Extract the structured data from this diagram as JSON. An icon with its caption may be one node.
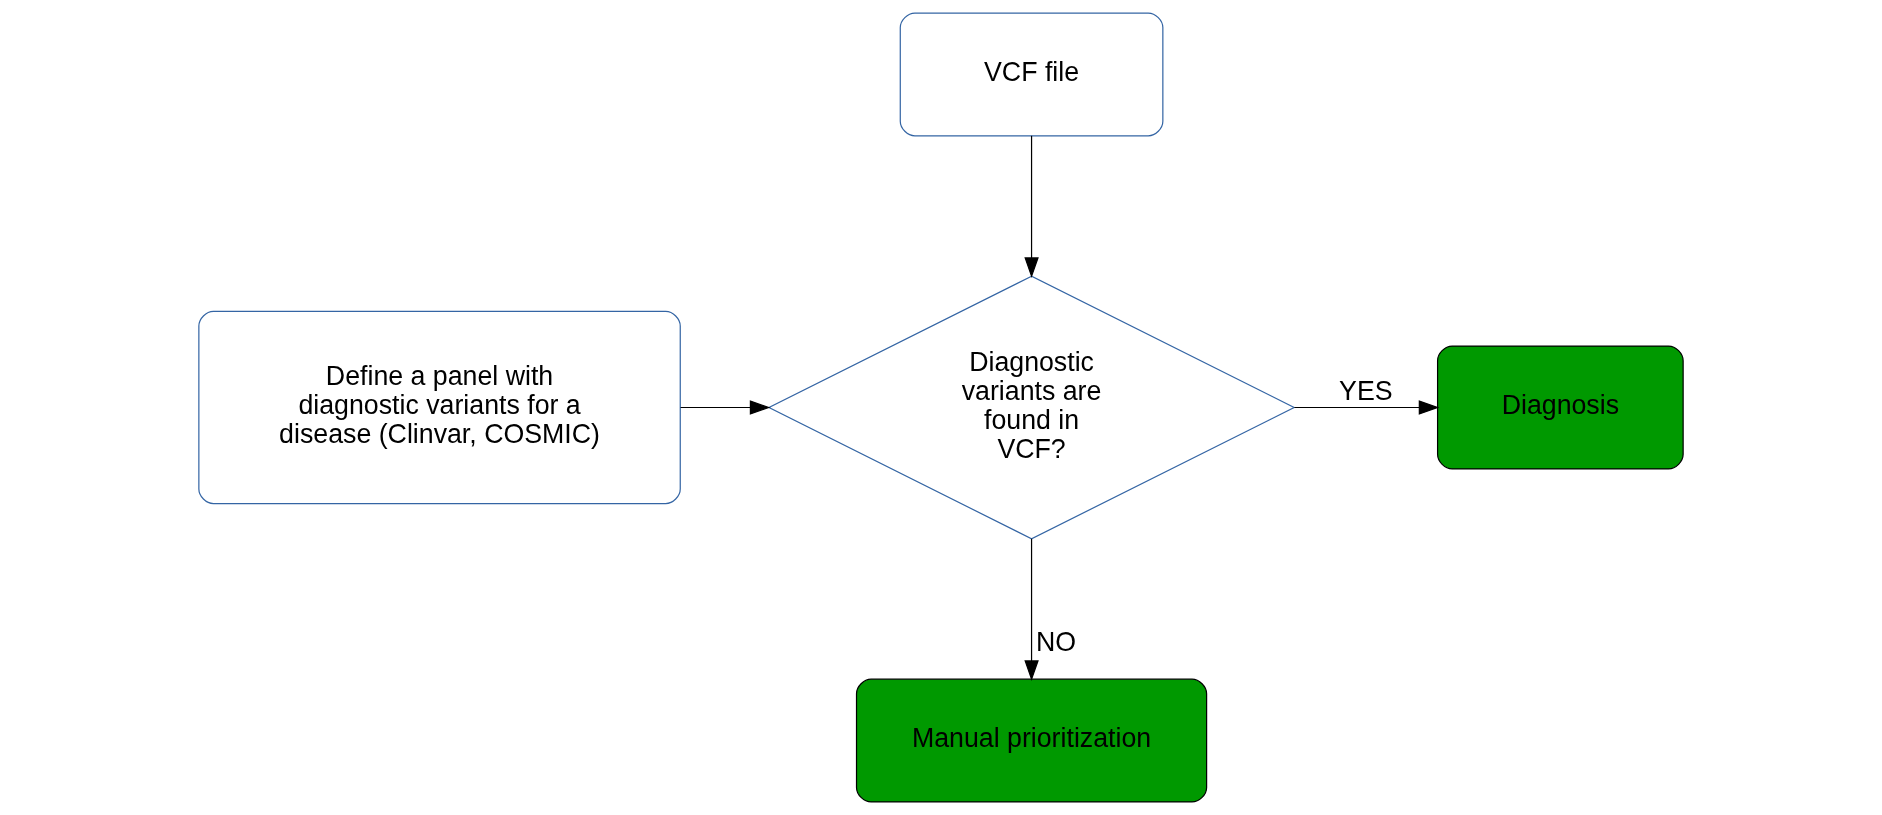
{
  "diagram": {
    "nodes": [
      {
        "text": [
          "VCF file"
        ]
      },
      {
        "text": [
          "Define a panel with diagnostic variants for a disease (Clinvar, COSMIC)"
        ]
      },
      {
        "text": [
          "Diagnostic variants are found in VCF?"
        ]
      },
      {
        "text": [
          "Diagnosis"
        ]
      },
      {
        "text": [
          "Manual prioritization"
        ]
      }
    ],
    "edges": [
      {
        "from": 0,
        "to": 2,
        "arrow": "to"
      },
      {
        "from": 1,
        "to": 2,
        "arrow": "to"
      },
      {
        "from": 2,
        "to": 3,
        "arrow": "to",
        "label": "YES"
      },
      {
        "from": 2,
        "to": 4,
        "arrow": "to",
        "label": "NO"
      }
    ]
  }
}
